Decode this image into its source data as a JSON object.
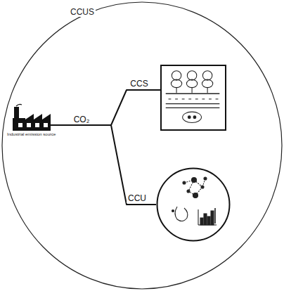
{
  "diagram": {
    "nodes": [
      {
        "text": [
          "CCUS"
        ]
      },
      {
        "text": [
          "Industrial emission source"
        ],
        "in": 0
      },
      {
        "text": [],
        "in": 0
      },
      {
        "text": [],
        "in": 0
      }
    ],
    "edges": [
      {
        "from": 1,
        "to": 2,
        "arrow": "none",
        "label": "CCS"
      },
      {
        "from": 1,
        "to": 3,
        "arrow": "none",
        "label": "CCU"
      }
    ],
    "labels": [
      "CO₂"
    ]
  }
}
